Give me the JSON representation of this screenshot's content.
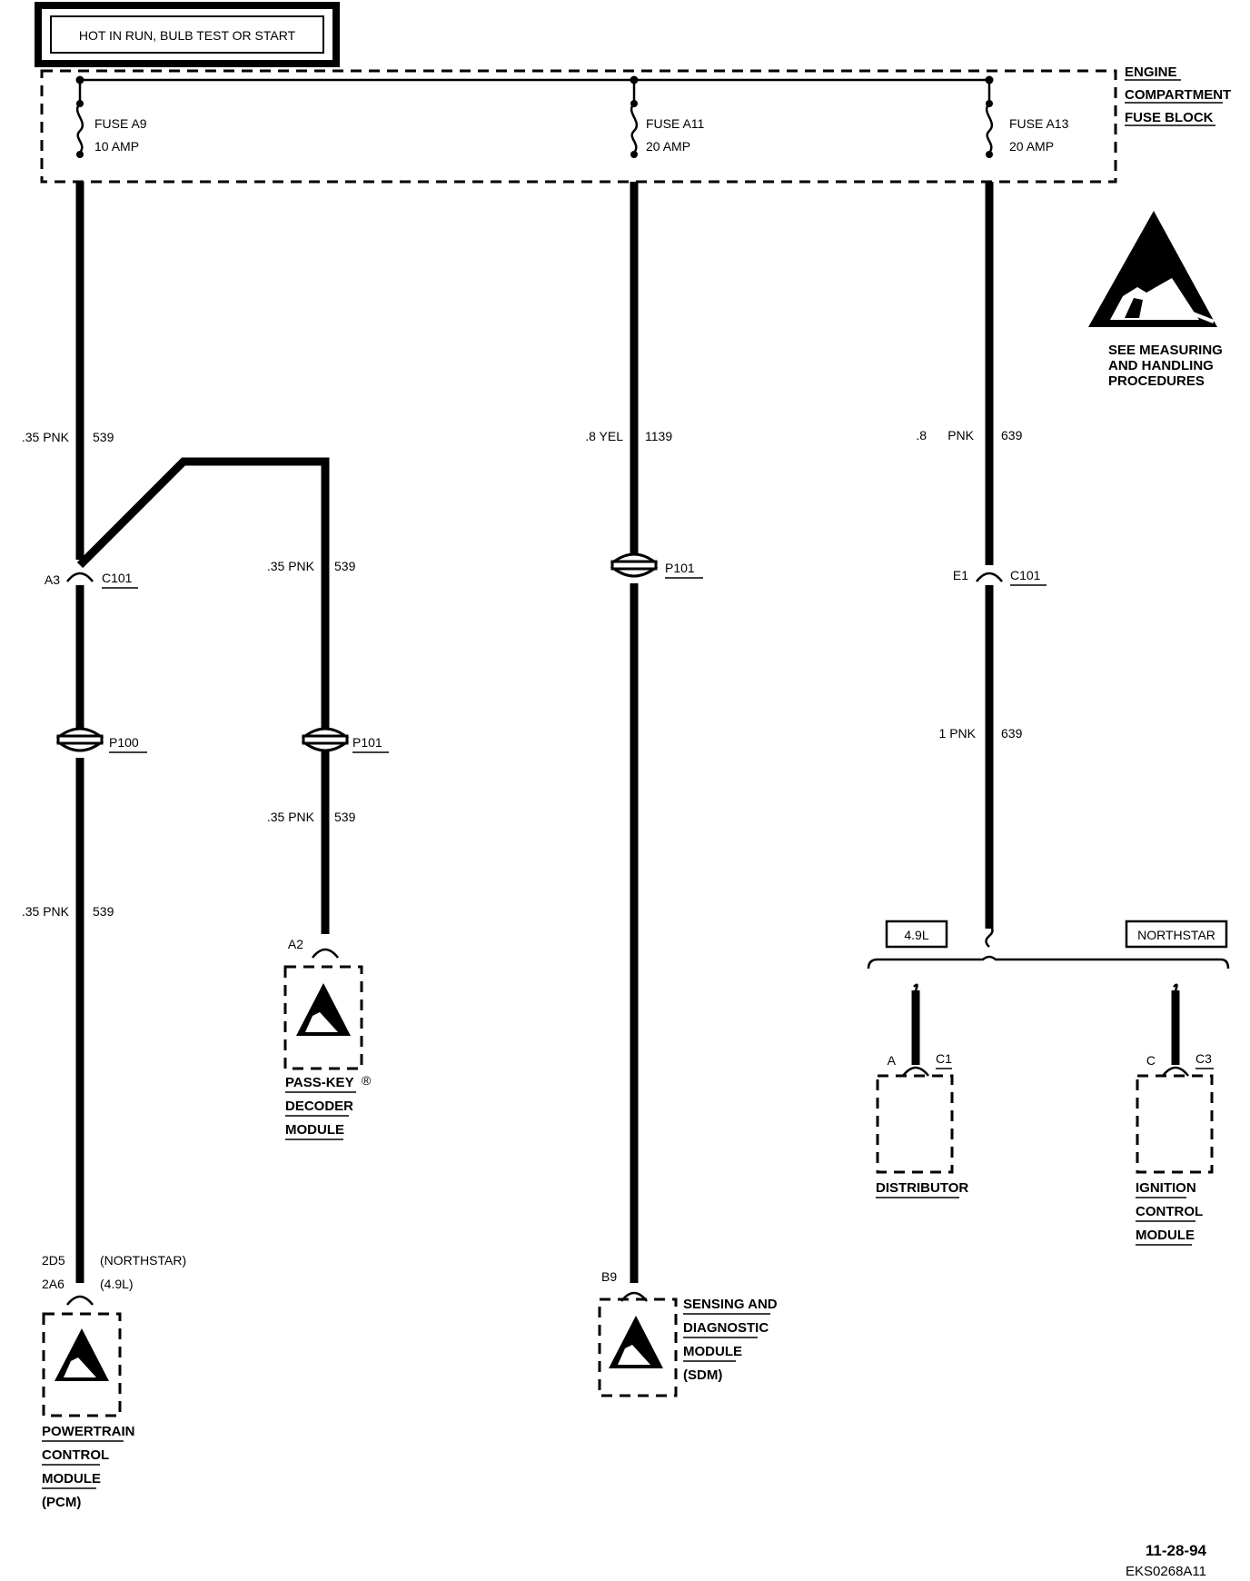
{
  "header": {
    "power_label": "HOT IN RUN, BULB TEST OR START"
  },
  "fuse_block": {
    "label_lines": [
      "ENGINE",
      "COMPARTMENT",
      "FUSE BLOCK"
    ],
    "fuses": [
      {
        "name": "FUSE A9",
        "rating": "10 AMP"
      },
      {
        "name": "FUSE A11",
        "rating": "20 AMP"
      },
      {
        "name": "FUSE A13",
        "rating": "20 AMP"
      }
    ]
  },
  "esd_warning": {
    "lines": [
      "SEE MEASURING",
      "AND HANDLING",
      "PROCEDURES"
    ]
  },
  "wire_labels": {
    "a9_top_size": ".35 PNK",
    "a9_top_circuit": "539",
    "a11_size": ".8 YEL",
    "a11_circuit": "1139",
    "a13_top_size": ".8",
    "a13_top_color": "PNK",
    "a13_top_circuit": "639",
    "branch_mid_size": ".35 PNK",
    "branch_mid_circuit": "539",
    "branch_low_size": ".35 PNK",
    "branch_low_circuit": "539",
    "pcm_size": ".35 PNK",
    "pcm_circuit": "539",
    "a13_low_size": "1 PNK",
    "a13_low_circuit": "639"
  },
  "connectors": {
    "c101_left_pin": "A3",
    "c101_left_name": "C101",
    "p100_name": "P100",
    "p101_branch_name": "P101",
    "p101_mid_name": "P101",
    "c101_right_pin": "E1",
    "c101_right_name": "C101"
  },
  "engine_options": {
    "left": "4.9L",
    "right": "NORTHSTAR"
  },
  "components": {
    "passkey": {
      "pin": "A2",
      "lines": [
        "PASS-KEY",
        "DECODER",
        "MODULE"
      ],
      "reg_mark": "®"
    },
    "pcm": {
      "pin_northstar": "2D5",
      "note_northstar": "(NORTHSTAR)",
      "pin_49": "2A6",
      "note_49": "(4.9L)",
      "lines": [
        "POWERTRAIN",
        "CONTROL",
        "MODULE",
        "(PCM)"
      ]
    },
    "sdm": {
      "pin": "B9",
      "lines": [
        "SENSING AND",
        "DIAGNOSTIC",
        "MODULE",
        "(SDM)"
      ]
    },
    "distributor": {
      "pin": "A",
      "connector": "C1",
      "lines": [
        "DISTRIBUTOR"
      ]
    },
    "icm": {
      "pin": "C",
      "connector": "C3",
      "lines": [
        "IGNITION",
        "CONTROL",
        "MODULE"
      ]
    }
  },
  "footer": {
    "date": "11-28-94",
    "code": "EKS0268A11"
  }
}
